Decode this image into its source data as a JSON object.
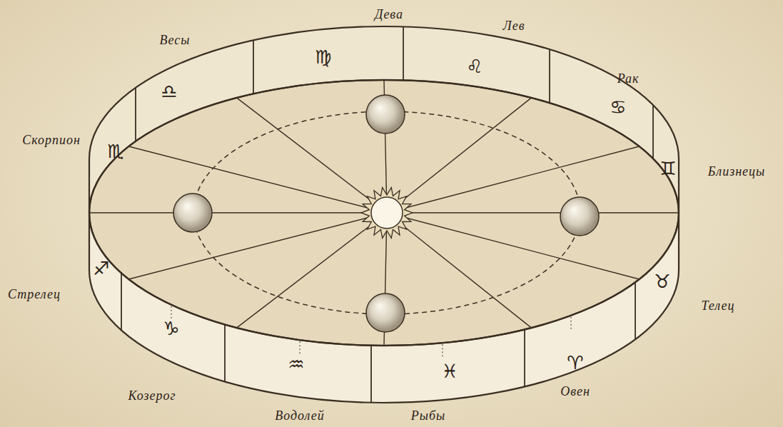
{
  "diagram": {
    "labels": [
      "Дева",
      "Лев",
      "Весы",
      "Рак",
      "Скорпион",
      "Близнецы",
      "Стрелец",
      "Телец",
      "Козерог",
      "Овен",
      "Водолей",
      "Рыбы",
      "♍",
      "♌",
      "♎",
      "♋",
      "♏",
      "♊",
      "♐",
      "♉",
      "♑",
      "♈",
      "♒",
      "♓"
    ]
  }
}
